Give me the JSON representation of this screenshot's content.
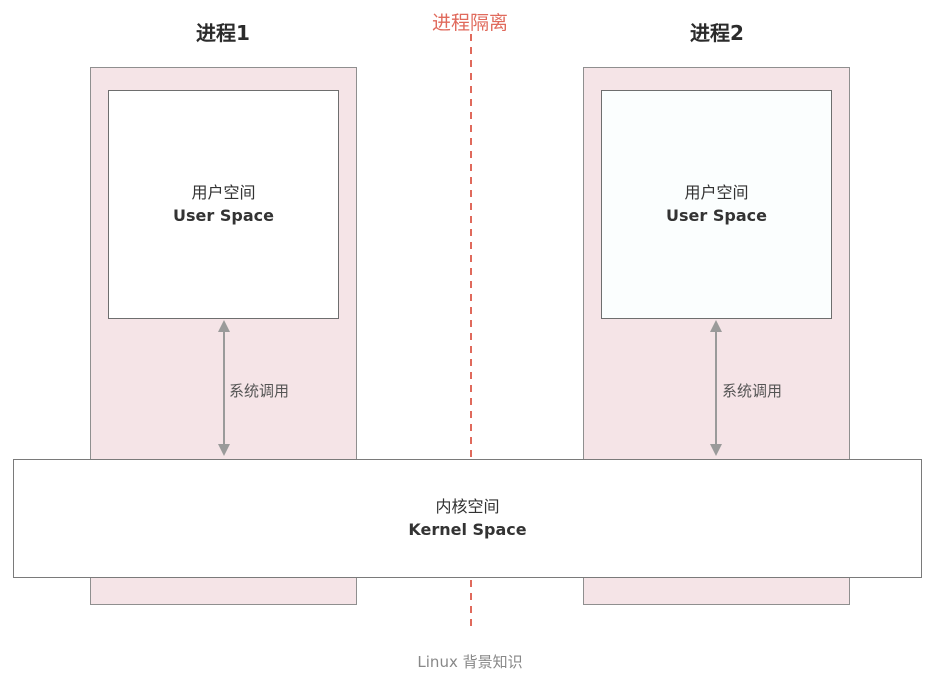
{
  "process1": {
    "title": "进程1",
    "user_space_cn": "用户空间",
    "user_space_en": "User Space",
    "syscall_label": "系统调用"
  },
  "process2": {
    "title": "进程2",
    "user_space_cn": "用户空间",
    "user_space_en": "User Space",
    "syscall_label": "系统调用"
  },
  "isolation": {
    "label": "进程隔离"
  },
  "kernel": {
    "cn": "内核空间",
    "en": "Kernel Space"
  },
  "caption": "Linux 背景知识",
  "colors": {
    "process_fill": "#f5e4e7",
    "isolation_line": "#e06a5c",
    "arrow": "#9a9a9a"
  }
}
